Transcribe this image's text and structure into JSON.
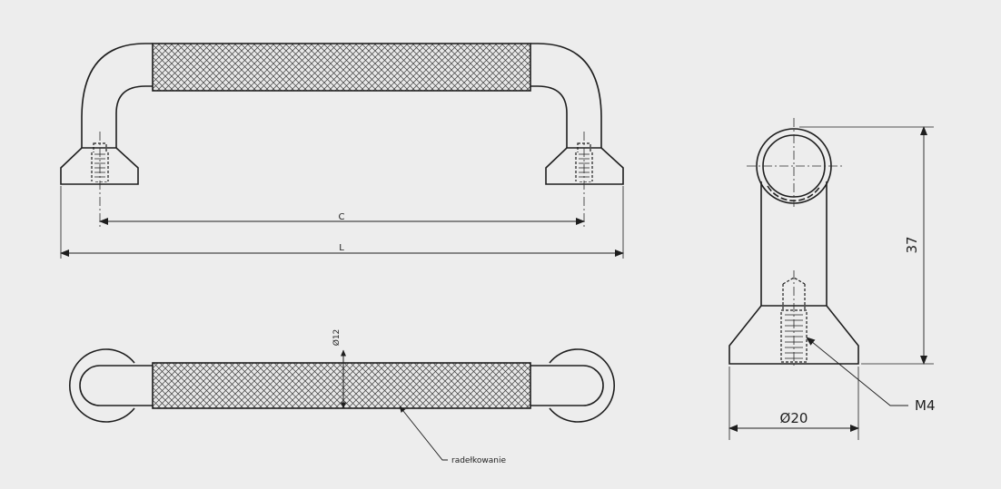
{
  "colors": {
    "background": "#ededed",
    "line": "#1e1e1e",
    "centerline": "#2a2a2a",
    "knurl": "#3a3a3a",
    "knurl_fill": "#e8e8e8"
  },
  "labels": {
    "dim_c": "C",
    "dim_l": "L",
    "dim_height": "37",
    "dim_diameter_base": "Ø20",
    "dim_diameter_grip": "Ø12",
    "thread": "M4",
    "knurling": "radełkowanie"
  }
}
